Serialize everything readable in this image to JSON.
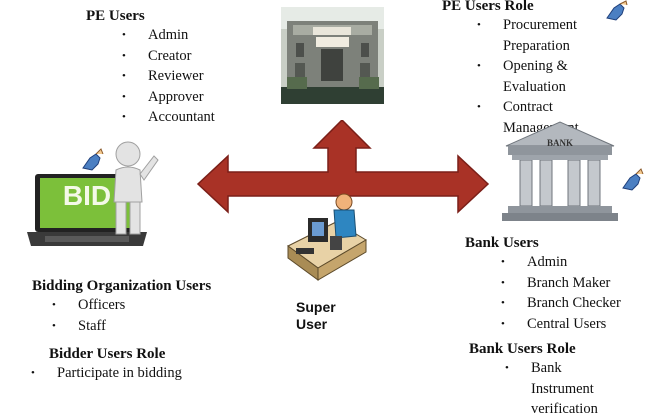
{
  "pe_users": {
    "title": "PE Users",
    "items": [
      "Admin",
      "Creator",
      "Reviewer",
      "Approver",
      "Accountant"
    ]
  },
  "pe_users_role": {
    "title": "PE Users Role",
    "items": [
      "Procurement Preparation",
      "Opening & Evaluation",
      "Contract Management"
    ]
  },
  "bank_users": {
    "title": "Bank Users",
    "items": [
      "Admin",
      "Branch Maker",
      "Branch Checker",
      "Central Users"
    ]
  },
  "bank_users_role": {
    "title": "Bank Users Role",
    "items": [
      "Bank Instrument verification"
    ]
  },
  "bidding_org": {
    "title": "Bidding Organization Users",
    "items": [
      "Officers",
      "Staff"
    ]
  },
  "bidder_role": {
    "title": "Bidder Users Role",
    "items": [
      "Participate in bidding"
    ]
  },
  "super_user": {
    "line1": "Super",
    "line2": "User"
  },
  "images": {
    "laptop_screen_text": "BID",
    "bank_sign_text": "BANK"
  },
  "colors": {
    "arrow": "#a93226",
    "arrow_dark": "#7b1f18",
    "laptop_screen": "#7cc03a",
    "bank_stone": "#9ea4ab"
  }
}
